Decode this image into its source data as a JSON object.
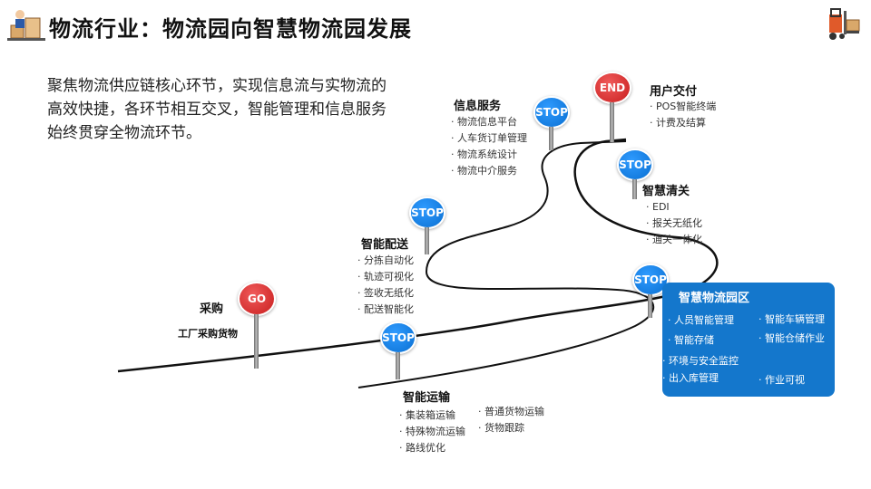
{
  "title": "物流行业：物流园向智慧物流园发展",
  "intro": "聚焦物流供应链核心环节，实现信息流与实物流的高效快捷，各环节相互交叉，智能管理和信息服务始终贯穿全物流环节。",
  "icons": {
    "left": "warehouse-worker-icon",
    "right": "forklift-icon"
  },
  "colors": {
    "stop_blue": "#0a6fd1",
    "go_red": "#c81e1e",
    "park_blue": "#1477cc"
  },
  "signs": {
    "go": "GO",
    "stop1": "STOP",
    "stop2": "STOP",
    "stop3": "STOP",
    "stop4": "STOP",
    "stop5": "STOP",
    "end": "END"
  },
  "stages": {
    "purchase": {
      "title": "采购",
      "sub": "工厂采购货物"
    },
    "transport": {
      "title": "智能运输",
      "items_left": [
        "集装箱运输",
        "特殊物流运输",
        "路线优化"
      ],
      "items_right": [
        "普通货物运输",
        "货物跟踪"
      ]
    },
    "delivery": {
      "title": "智能配送",
      "items": [
        "分拣自动化",
        "轨迹可视化",
        "签收无纸化",
        "配送智能化"
      ]
    },
    "info": {
      "title": "信息服务",
      "items": [
        "物流信息平台",
        "人车货订单管理",
        "物流系统设计",
        "物流中介服务"
      ]
    },
    "customs": {
      "title": "智慧清关",
      "items": [
        "EDI",
        "报关无纸化",
        "通关一体化"
      ]
    },
    "handover": {
      "title": "用户交付",
      "items": [
        "POS智能终端",
        "计费及结算"
      ]
    },
    "park": {
      "title": "智慧物流园区",
      "items": [
        "人员智能管理",
        "智能车辆管理",
        "智能存储",
        "智能仓储作业",
        "环境与安全监控",
        "出入库管理",
        "作业可视"
      ]
    }
  }
}
